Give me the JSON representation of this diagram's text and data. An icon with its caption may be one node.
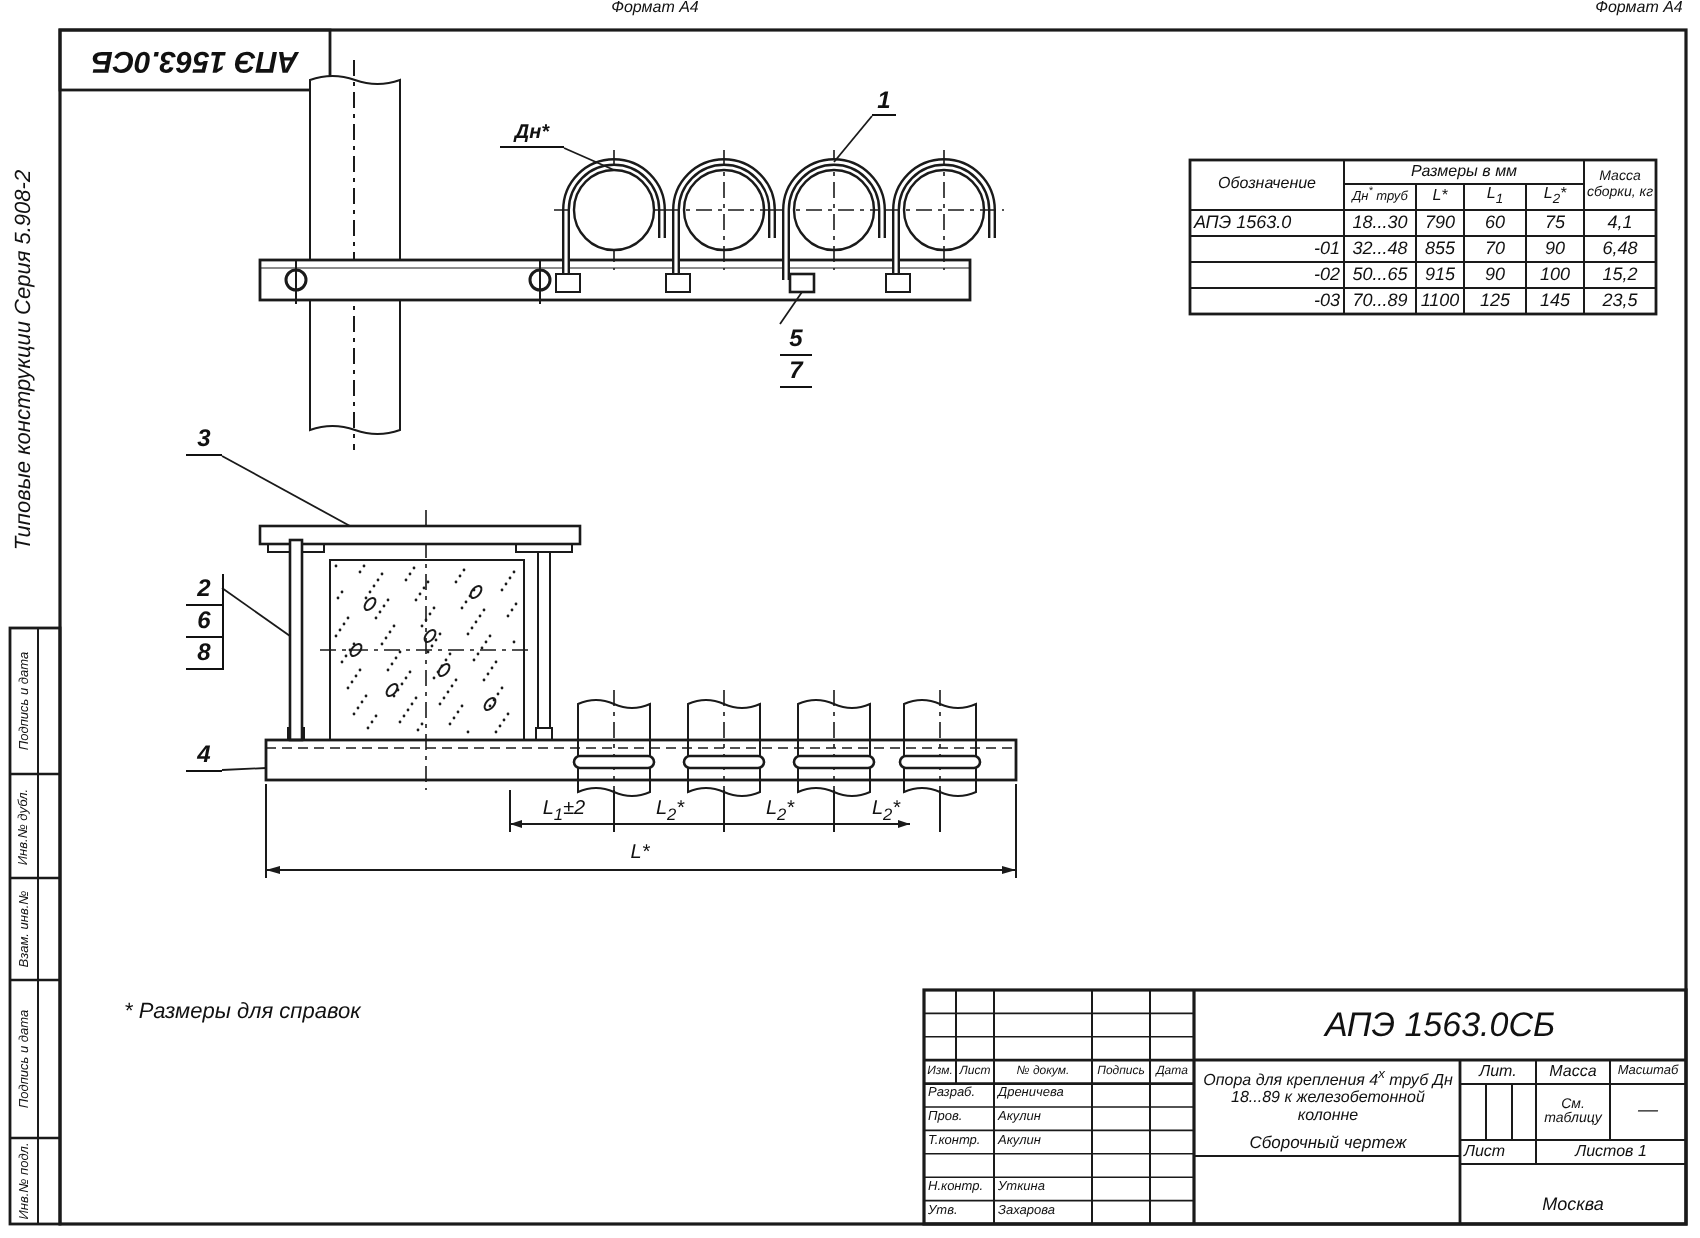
{
  "diagram": {
    "nodes": [
      {
        "text": [
          "Дн*"
        ]
      },
      {
        "text": [],
        "shape": "circle"
      },
      {
        "text": [
          "1"
        ]
      },
      {
        "text": [],
        "shape": "picture"
      },
      {
        "text": [
          "5",
          "7"
        ]
      },
      {
        "text": [],
        "shape": "box"
      },
      {
        "text": [
          "3"
        ]
      },
      {
        "text": [],
        "shape": "box"
      },
      {
        "text": [
          "2",
          "6",
          "8"
        ]
      },
      {
        "text": [],
        "shape": "box"
      },
      {
        "text": [
          "4"
        ]
      },
      {
        "text": [],
        "shape": "picture"
      }
    ],
    "edges": [
      {
        "from": 0,
        "to": 1,
        "arrow": "none"
      },
      {
        "from": 2,
        "to": 3,
        "arrow": "none"
      },
      {
        "from": 4,
        "to": 5,
        "arrow": "none"
      },
      {
        "from": 6,
        "to": 7,
        "arrow": "none"
      },
      {
        "from": 8,
        "to": 9,
        "arrow": "none"
      },
      {
        "from": 10,
        "to": 11,
        "arrow": "none"
      }
    ],
    "labels": [
      "Формат А4",
      "Формат А4",
      "АПЭ 1563.0СБ",
      "Типовые конструкции Серия 5.908-2",
      "Обозначение",
      "Размеры в мм",
      "Масса сборки, кг",
      "Дн$^{*}$ труб",
      "L*",
      "L$_{1}$",
      "L$_{2}$*",
      "АПЭ 1563.0",
      "18...30",
      "790",
      "60",
      "75",
      "4,1",
      "-01",
      "32...48",
      "855",
      "70",
      "90",
      "6,48",
      "-02",
      "50...65",
      "915",
      "90",
      "100",
      "15,2",
      "-03",
      "70...89",
      "1100",
      "125",
      "145",
      "23,5",
      "L$_{1}$±2",
      "L$_{2}$*",
      "L$_{2}$*",
      "L$_{2}$*",
      "L*",
      "* Размеры для справок",
      "Подпись и дата",
      "Инв.№ дубл.",
      "Взам. инв.№",
      "Подпись и дата",
      "Инв.№ подл.",
      "АПЭ 1563.0СБ",
      "Изм.",
      "Лист",
      "№ докум.",
      "Подпись",
      "Дата",
      "Разраб.",
      "Дреничева",
      "Пров.",
      "Акулин",
      "Т.контр.",
      "Акулин",
      "Опора для крепления 4$^{х}$ труб Дн 18...89 к железобетонной колонне",
      "Сборочный чертеж",
      "Лит.",
      "Масса",
      "Масштаб",
      "См. таблицу",
      "—",
      "Лист",
      "Листов 1",
      "Н.контр.",
      "Уткина",
      "Утв.",
      "Захарова",
      "Москва"
    ]
  }
}
